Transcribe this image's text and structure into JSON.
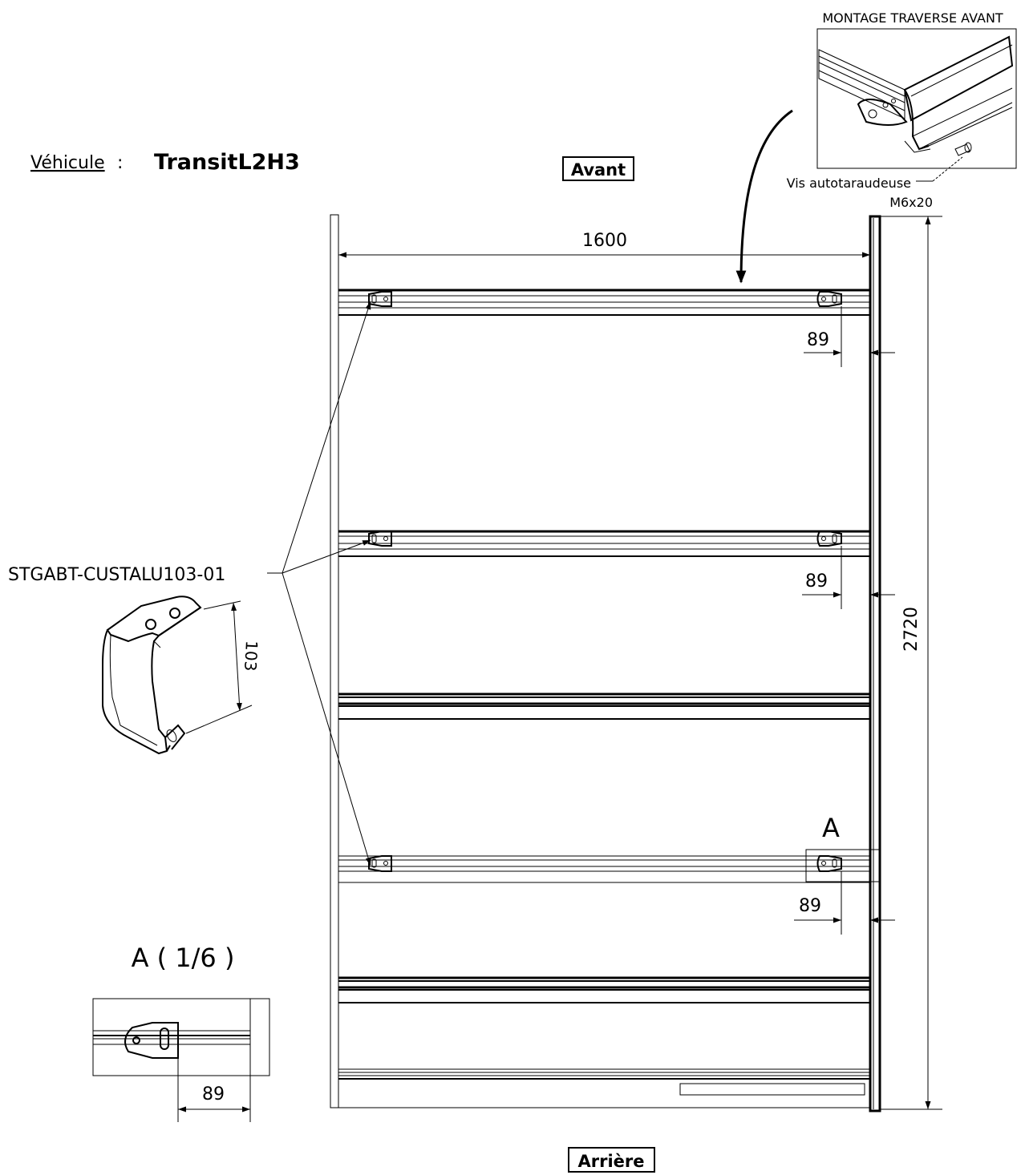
{
  "header": {
    "vehicle_label": "Véhicule",
    "vehicle_separator": " :",
    "vehicle_value": "TransitL2H3"
  },
  "orientation": {
    "front": "Avant",
    "rear": "Arrière"
  },
  "inset": {
    "title": "MONTAGE TRAVERSE AVANT",
    "screw_label_line1": "Vis autotaraudeuse",
    "screw_label_line2": "M6x20"
  },
  "dimensions": {
    "width": "1600",
    "length": "2720",
    "offset_1": "89",
    "offset_2": "89",
    "offset_3": "89",
    "detail_offset": "89",
    "bracket_height": "103"
  },
  "part": {
    "reference": "STGABT-CUSTALU103-01"
  },
  "detail": {
    "marker": "A",
    "title": "A ( 1/6 )"
  }
}
